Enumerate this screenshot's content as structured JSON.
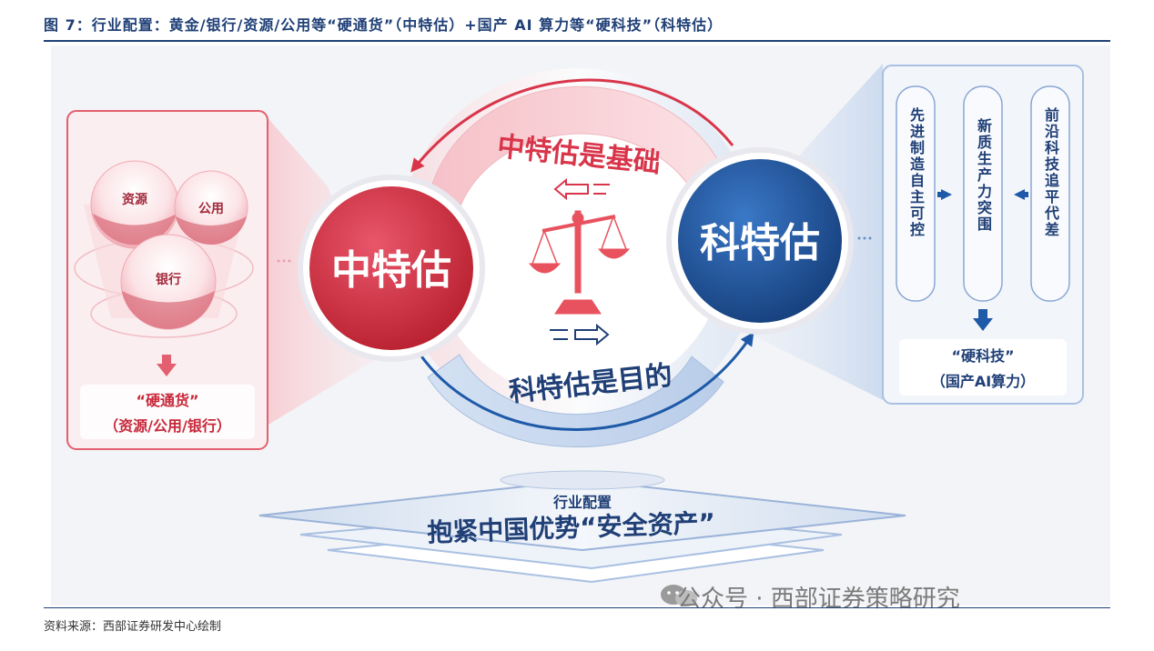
{
  "header": {
    "title": "图 7：行业配置：黄金/银行/资源/公用等“硬通货”（中特估）+国产 AI 算力等“硬科技”（科特估）"
  },
  "left_panel": {
    "bubbles": [
      "资源",
      "公用",
      "银行"
    ],
    "caption_line1": "“硬通货”",
    "caption_line2": "（资源/公用/银行）"
  },
  "center": {
    "left_circle": "中特估",
    "right_circle": "科特估",
    "top_arc_label": "中特估是基础",
    "bottom_arc_label": "科特估是目的"
  },
  "right_panel": {
    "columns": [
      "先进制造自主可控",
      "新质生产力突围",
      "前沿科技追平代差"
    ],
    "caption_line1": "“硬科技”",
    "caption_line2": "（国产AI算力）"
  },
  "bottom": {
    "small_label": "行业配置",
    "main_label": "抱紧中国优势“安全资产”"
  },
  "footer": {
    "source": "资料来源：西部证券研发中心绘制",
    "watermark": "公众号 · 西部证券策略研究"
  },
  "colors": {
    "red": "#d9354a",
    "blue": "#1e5aa8",
    "navy": "#1f3f76"
  }
}
